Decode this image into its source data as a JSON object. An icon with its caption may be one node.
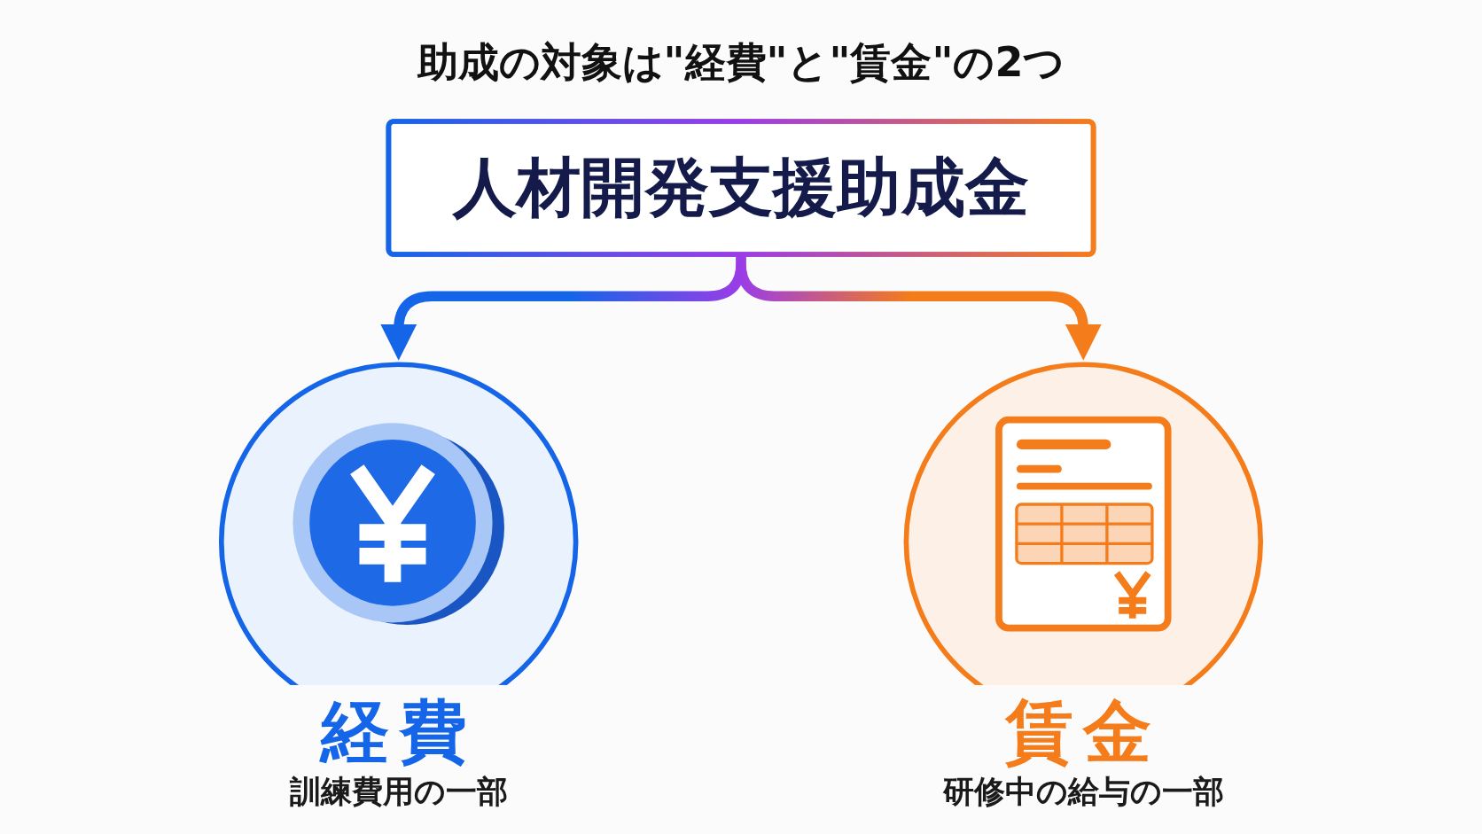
{
  "diagram": {
    "title": "助成の対象は\"経費\"と\"賃金\"の2つ",
    "nodes": [
      {
        "text": [
          "人材開発支援助成金"
        ]
      },
      {
        "text": [
          "経費",
          "訓練費用の一部"
        ]
      },
      {
        "text": [
          "賃金",
          "研修中の給与の一部"
        ]
      }
    ],
    "edges": [
      {
        "from": 0,
        "to": 1,
        "arrow": "to",
        "style": "thick",
        "color": "#1565e8"
      },
      {
        "from": 0,
        "to": 2,
        "arrow": "to",
        "style": "thick",
        "color": "#f57c1a"
      }
    ]
  }
}
